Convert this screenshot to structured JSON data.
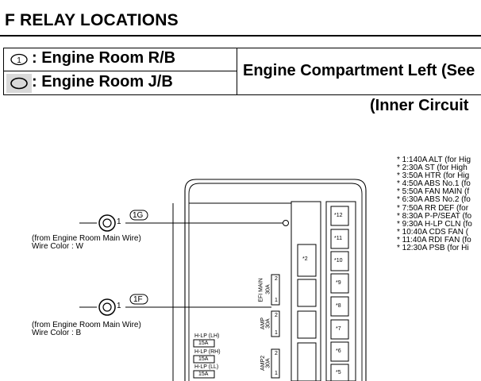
{
  "header": {
    "title": "F   RELAY LOCATIONS"
  },
  "legend": {
    "rb_label": ": Engine Room R/B",
    "rb_symbol": "1",
    "jb_label": ": Engine Room J/B",
    "location_title": "Engine Compartment Left (See",
    "subtitle": "(Inner Circuit"
  },
  "connectors": [
    {
      "code": "1G",
      "pin": "1",
      "from": "(from Engine Room Main Wire)",
      "wire": "Wire Color : W"
    },
    {
      "code": "1F",
      "pin": "1",
      "from": "(from Engine Room Main Wire)",
      "wire": "Wire Color : B"
    }
  ],
  "fuse_notes": [
    "* 1:140A ALT (for Hig",
    "* 2:30A ST (for High",
    "* 3:50A HTR (for Hig",
    "* 4:50A ABS No.1 (fo",
    "* 5:50A FAN MAIN (f",
    "* 6:30A ABS No.2 (fo",
    "* 7:50A RR DEF (for",
    "* 8:30A P-P/SEAT (fo",
    "* 9:30A H-LP CLN (fo",
    "* 10:40A CDS FAN (",
    "* 11:40A RDI FAN (fo",
    "* 12:30A PSB (for Hi"
  ],
  "fuse_slots_right": [
    "*12",
    "*11",
    "*10",
    "*9",
    "*8",
    "*7",
    "*6",
    "*5"
  ],
  "fuse_slot_middle": "*2",
  "vertical_fuses": [
    {
      "name": "EFI MAIN",
      "rating": "30A",
      "pin_top": "2",
      "pin_bottom": "1"
    },
    {
      "name": "AMP",
      "rating": "30A",
      "pin_top": "2",
      "pin_bottom": "1"
    },
    {
      "name": "AMP2",
      "rating": "30A",
      "pin_top": "2",
      "pin_bottom": "1"
    }
  ],
  "hlp_fuses": [
    {
      "name": "H-LP (LH)",
      "rating": "15A"
    },
    {
      "name": "H-LP (RH)",
      "rating": "15A"
    },
    {
      "name": "H-LP (LL)",
      "rating": "15A"
    }
  ]
}
